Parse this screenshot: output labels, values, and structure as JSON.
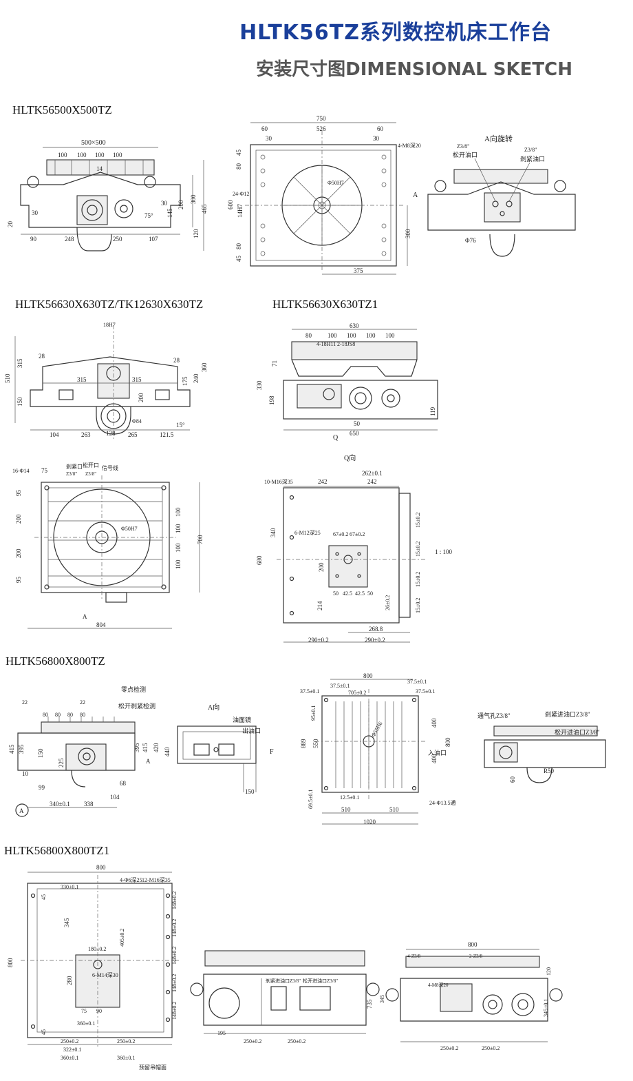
{
  "header": {
    "title": "HLTK56TZ系列数控机床工作台",
    "subtitle": "安装尺寸图DIMENSIONAL SKETCH"
  },
  "sections": {
    "s1": "HLTK56500X500TZ",
    "s2": "HLTK56630X630TZ/TK12630X630TZ",
    "s3": "HLTK56630X630TZ1",
    "s4": "HLTK56800X800TZ",
    "s5": "HLTK56800X800TZ1"
  },
  "dims": {
    "d1_500x500": "500×500",
    "d1_100": "100",
    "d1_14": "14",
    "d1_300": "300",
    "d1_465": "465",
    "d1_200": "200",
    "d1_145": "145",
    "d1_120": "120",
    "d1_30": "30",
    "d1_75deg": "75°",
    "d1_20": "20",
    "d1_90": "90",
    "d1_248": "248",
    "d1_250": "250",
    "d1_107": "107",
    "d2_750": "750",
    "d2_60": "60",
    "d2_526": "526",
    "d2_30": "30",
    "d2_4m8": "4-M8深20",
    "d2_45": "45",
    "d2_80": "80",
    "d2_24phi12": "24-Φ12",
    "d2_phi50": "Φ50H7",
    "d2_600": "600",
    "d2_14h7": "14H7",
    "d2_300": "300",
    "d2_375": "375",
    "d2_a": "A",
    "d3_arot": "A向旋转",
    "d3_z38a": "Z3/8\"",
    "d3_songkai": "松开油口",
    "d3_z38b": "Z3/8\"",
    "d3_jiajin": "剎紧油口",
    "d3_phi76": "Φ76",
    "d4_18h7": "18H7",
    "d4_315": "315",
    "d4_510": "510",
    "d4_28": "28",
    "d4_360": "360",
    "d4_240": "240",
    "d4_175": "175",
    "d4_150": "150",
    "d4_200": "200",
    "d4_phi84": "Φ84",
    "d4_15deg": "15°",
    "d4_104": "104",
    "d4_263": "263",
    "d4_128": "128",
    "d4_265": "265",
    "d4_1215": "121.5",
    "d5_630": "630",
    "d5_4_18h11": "4-18H11",
    "d5_2_18js8": "2-18JS8",
    "d5_71": "71",
    "d5_330": "330",
    "d5_198": "198",
    "d5_119": "119",
    "d5_50": "50",
    "d5_650": "650",
    "d5_q": "Q",
    "d6_16phi14": "16-Φ14",
    "d6_75": "75",
    "d6_jiajin": "剎紧口",
    "d6_songkai": "松开口",
    "d6_xinhao": "信号线",
    "d6_95": "95",
    "d6_200": "200",
    "d6_phi50": "Φ50H7",
    "d6_100": "100",
    "d6_700": "700",
    "d6_804": "804",
    "d6_a": "A",
    "d7_qdir": "Q向",
    "d7_262": "262±0.1",
    "d7_242": "242",
    "d7_10m16": "10-M16深35",
    "d7_340": "340",
    "d7_6m12": "6-M12深25",
    "d7_67": "67±0.2",
    "d7_680": "680",
    "d7_200": "200",
    "d7_15": "15±0.2",
    "d7_1100": "1 : 100",
    "d7_50": "50",
    "d7_425": "42.5",
    "d7_214": "214",
    "d7_26": "26±0.2",
    "d7_2688": "268.8",
    "d7_290": "290±0.2",
    "d8_22": "22",
    "d8_80": "80",
    "d8_lingdian": "零点检测",
    "d8_songkai": "松开剎紧检测",
    "d8_adir": "A向",
    "d8_youmian": "油面镜",
    "d8_chuyou": "出油口",
    "d8_415": "415",
    "d8_395": "395",
    "d8_150": "150",
    "d8_10": "10",
    "d8_225": "225",
    "d8_99": "99",
    "d8_68": "68",
    "d8_104": "104",
    "d8_340": "340±0.1",
    "d8_338": "338",
    "d8_420": "420",
    "d8_440": "440",
    "d8_f": "F",
    "d8_a": "A",
    "d9_800": "800",
    "d9_375": "37.5±0.1",
    "d9_705": "705±0.2",
    "d9_95": "95±0.1",
    "d9_400": "400",
    "d9_889": "889",
    "d9_550": "550",
    "d9_phi55": "Φ55H6",
    "d9_ruyou": "入油口",
    "d9_125": "12.5±0.1",
    "d9_695": "69.5±0.1",
    "d9_24phi": "24-Φ13.5通",
    "d9_510": "510",
    "d9_1020": "1020",
    "d10_tongqi": "通气孔Z3/8\"",
    "d10_jiajin": "剎紧进油口Z3/8\"",
    "d10_songkai": "松开进油口Z3/8\"",
    "d10_r50": "R50",
    "d10_60": "60",
    "d11_800": "800",
    "d11_330": "330±0.1",
    "d11_4phi": "4-Φ6深25",
    "d11_12m16": "12-M16深35",
    "d11_45": "45",
    "d11_345": "345",
    "d11_405": "405±0.2",
    "d11_148": "148±0.2",
    "d11_180": "180±0.2",
    "d11_6m14": "6-M14深30",
    "d11_280": "280",
    "d11_75": "75",
    "d11_90": "90",
    "d11_360a": "360±0.1",
    "d11_250": "250±0.2",
    "d11_322": "322±0.1",
    "d11_360b": "360±0.1",
    "d11_800v": "800",
    "d11_yuliu": "预留吊帽面",
    "d12_735": "735",
    "d12_195": "195",
    "d12_250": "250±0.2",
    "d13_800": "800",
    "d13_4z": "4-Z3/8",
    "d13_2z": "2-Z3/8",
    "d13_120": "120",
    "d13_345": "345±0.1",
    "d13_4m8": "4-M8深20",
    "d13_250": "250±0.2"
  }
}
